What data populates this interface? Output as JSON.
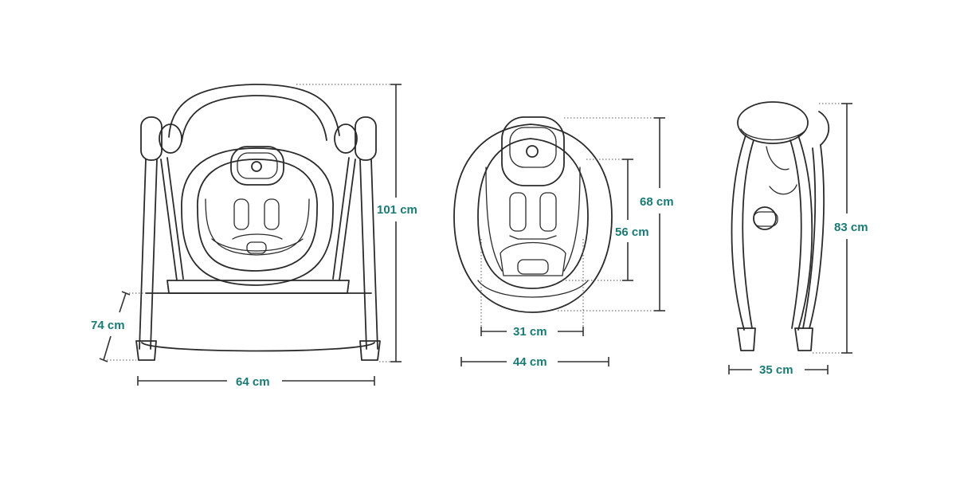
{
  "accent_color": "#1a7a74",
  "views": {
    "front": {
      "height_label": "101 cm",
      "width_label": "64 cm",
      "depth_label": "74 cm"
    },
    "seat": {
      "outer_height_label": "68 cm",
      "inner_height_label": "56 cm",
      "inner_width_label": "31 cm",
      "outer_width_label": "44 cm"
    },
    "folded": {
      "height_label": "83 cm",
      "width_label": "35 cm"
    }
  }
}
